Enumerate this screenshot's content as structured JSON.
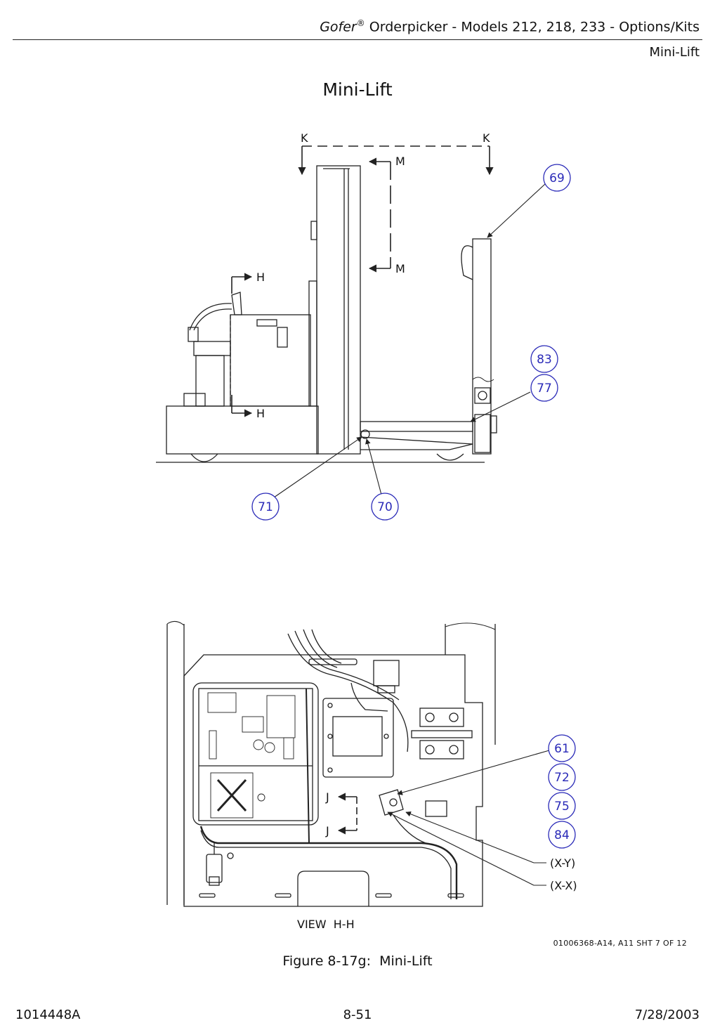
{
  "header": {
    "brand": "Gofer",
    "registered_mark": "®",
    "title_rest": " Orderpicker - Models 212, 218, 233 - Options/Kits",
    "section": "Mini-Lift"
  },
  "page_title": "Mini-Lift",
  "side_view": {
    "section_labels": {
      "k_left": "K",
      "k_right": "K",
      "m_top": "M",
      "m_bottom": "M",
      "h_top": "H",
      "h_bottom": "H"
    },
    "callouts": [
      "69",
      "83",
      "77",
      "71",
      "70"
    ]
  },
  "view_hh": {
    "title": "VIEW  H-H",
    "section_labels": {
      "j_top": "J",
      "j_bottom": "J"
    },
    "callouts": [
      "61",
      "72",
      "75",
      "84"
    ],
    "connector_labels": [
      "(X-Y)",
      "(X-X)"
    ]
  },
  "drawing_number": "01006368-A14, A11 SHT 7 OF 12",
  "caption": "Figure 8-17g:  Mini-Lift",
  "footer": {
    "doc_number": "1014448A",
    "page_number": "8-51",
    "date": "7/28/2003"
  },
  "colors": {
    "callout": "#2a2ab8",
    "line": "#222222"
  }
}
